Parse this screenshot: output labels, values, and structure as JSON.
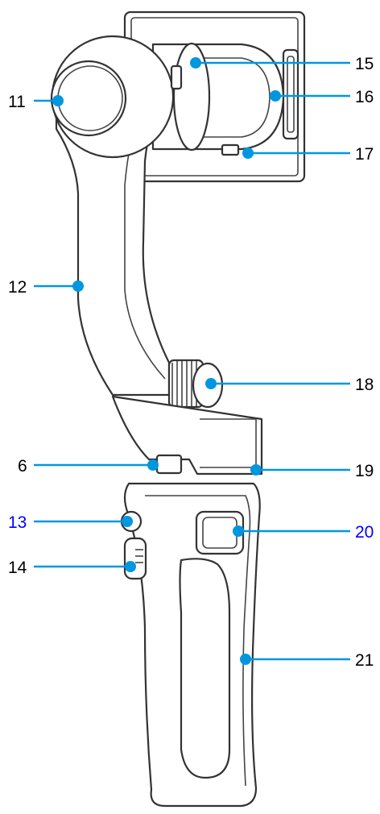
{
  "diagram": {
    "colors": {
      "callout": "#0097e0",
      "outline": "#333333",
      "label_default": "#000000",
      "label_highlight": "#0000ff"
    },
    "callouts": [
      {
        "id": "11",
        "label": "11",
        "highlight": false
      },
      {
        "id": "12",
        "label": "12",
        "highlight": false
      },
      {
        "id": "6",
        "label": "6",
        "highlight": false
      },
      {
        "id": "13",
        "label": "13",
        "highlight": true
      },
      {
        "id": "14",
        "label": "14",
        "highlight": false
      },
      {
        "id": "15",
        "label": "15",
        "highlight": false
      },
      {
        "id": "16",
        "label": "16",
        "highlight": false
      },
      {
        "id": "17",
        "label": "17",
        "highlight": false
      },
      {
        "id": "18",
        "label": "18",
        "highlight": false
      },
      {
        "id": "19",
        "label": "19",
        "highlight": false
      },
      {
        "id": "20",
        "label": "20",
        "highlight": true
      },
      {
        "id": "21",
        "label": "21",
        "highlight": false
      }
    ]
  }
}
